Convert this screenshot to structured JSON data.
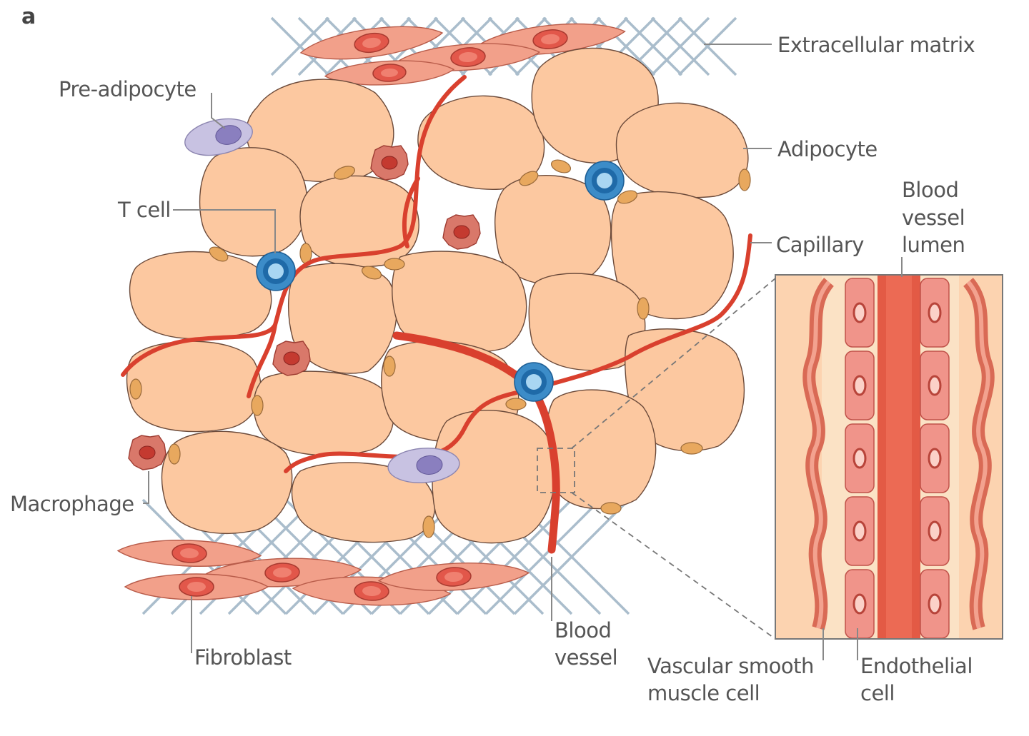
{
  "panel_letter": "a",
  "labels": {
    "extracellular_matrix": "Extracellular matrix",
    "pre_adipocyte": "Pre-adipocyte",
    "adipocyte": "Adipocyte",
    "t_cell": "T cell",
    "blood_vessel_lumen": [
      "Blood",
      "vessel",
      "lumen"
    ],
    "capillary": "Capillary",
    "macrophage": "Macrophage",
    "fibroblast": "Fibroblast",
    "blood_vessel": [
      "Blood",
      "vessel"
    ],
    "vascular_smooth_muscle_cell": [
      "Vascular smooth",
      "muscle cell"
    ],
    "endothelial_cell": [
      "Endothelial",
      "cell"
    ]
  },
  "colors": {
    "adipocyte": "#fcc8a0",
    "vessel": "#d9402e",
    "fibroblast": "#f2a08a",
    "t_cell": "#3c8cc8",
    "pre_adipocyte": "#c8c2e2",
    "macrophage": "#d9786a",
    "ecm": "#aabdcc"
  }
}
